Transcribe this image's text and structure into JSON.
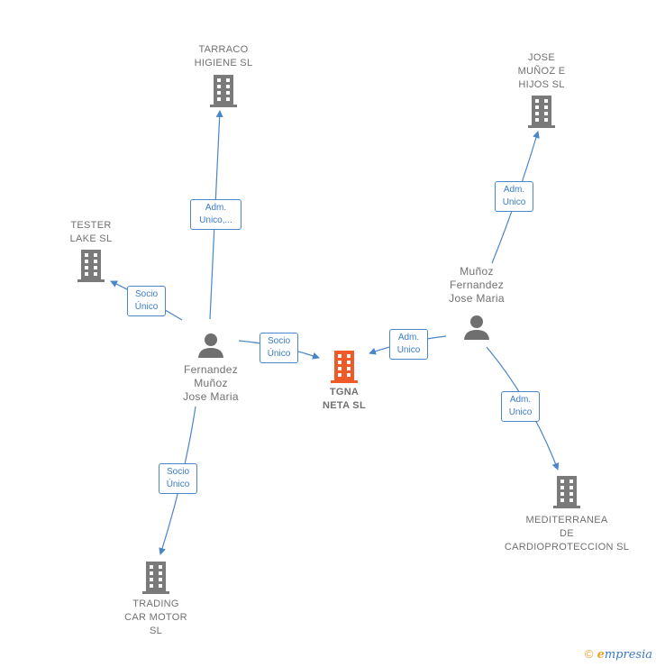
{
  "colors": {
    "edge": "#4a86c8",
    "company": "#7a7a7a",
    "focus_company": "#f05a28",
    "person": "#6f6f6f"
  },
  "nodes": {
    "tgna": "TGNA\nNETA  SL",
    "tarraco": "TARRACO\nHIGIENE  SL",
    "tester": "TESTER\nLAKE  SL",
    "trading": "TRADING\nCAR MOTOR\nSL",
    "jose_hijos": "JOSE\nMUÑOZ E\nHIJOS  SL",
    "mediterranea": "MEDITERRANEA\nDE\nCARDIOPROTECCION SL",
    "person_fernandez": "Fernandez\nMuñoz\nJose Maria",
    "person_munoz": "Muñoz\nFernandez\nJose Maria"
  },
  "edge_labels": {
    "fern_tarraco": "Adm.\nUnico,...",
    "fern_tester": "Socio\nÚnico",
    "fern_tgna": "Socio\nÚnico",
    "fern_trading": "Socio\nÚnico",
    "munoz_tgna": "Adm.\nUnico",
    "munoz_jose": "Adm.\nUnico",
    "munoz_medit": "Adm.\nUnico"
  },
  "brand": {
    "copyright": "©",
    "first_letter": "e",
    "rest": "mpresia"
  }
}
